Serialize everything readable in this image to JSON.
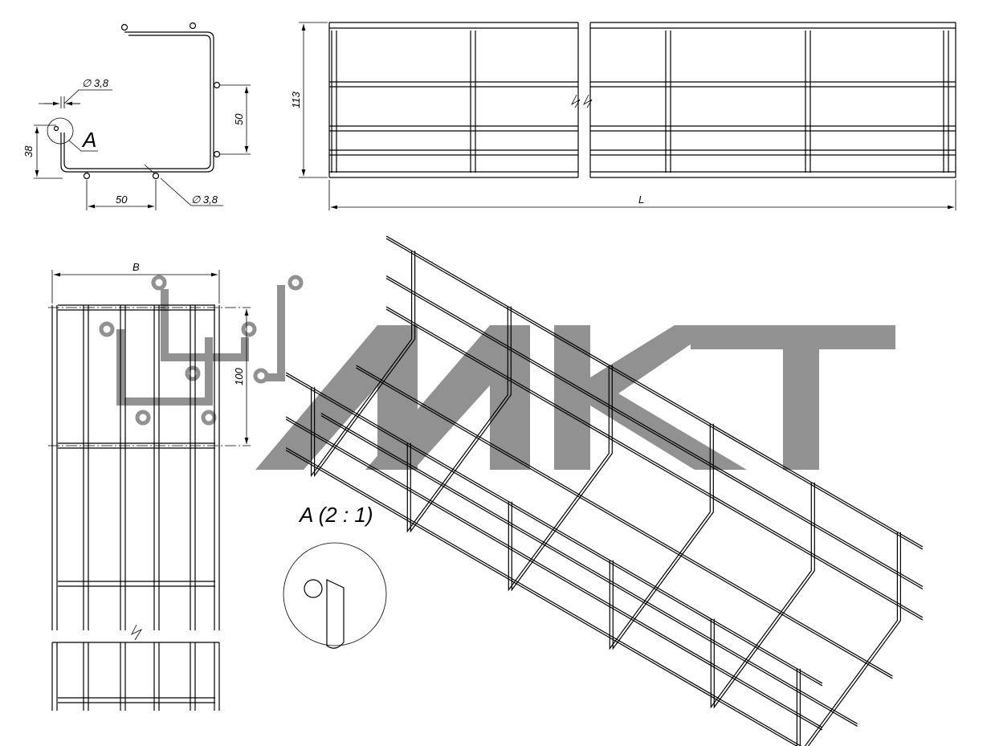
{
  "logo": {
    "text": "МКТ",
    "color": "#8c8c8c"
  },
  "section_view": {
    "diameter_top": "∅ 3,8",
    "diameter_bottom": "∅ 3,8",
    "detail_marker": "A",
    "height_38": "38",
    "side_pitch": "50",
    "bottom_pitch": "50"
  },
  "side_view": {
    "height": "113",
    "length": "L"
  },
  "plan_view": {
    "width": "B",
    "pitch": "100"
  },
  "detail": {
    "title": "A (2 : 1)"
  }
}
